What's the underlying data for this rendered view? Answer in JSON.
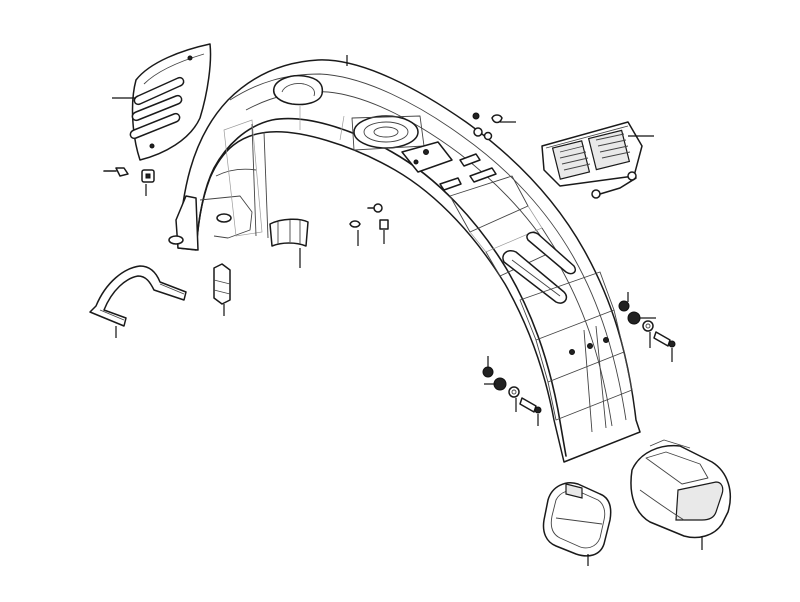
{
  "diagram": {
    "type": "exploded-parts-view",
    "parts": [
      "rear-fender",
      "side-vent-panel",
      "rear-reflector-plate",
      "tail-light",
      "license-plate-bracket",
      "mounting-stay",
      "small-bracket",
      "mud-flap",
      "bolts-and-washers"
    ]
  }
}
